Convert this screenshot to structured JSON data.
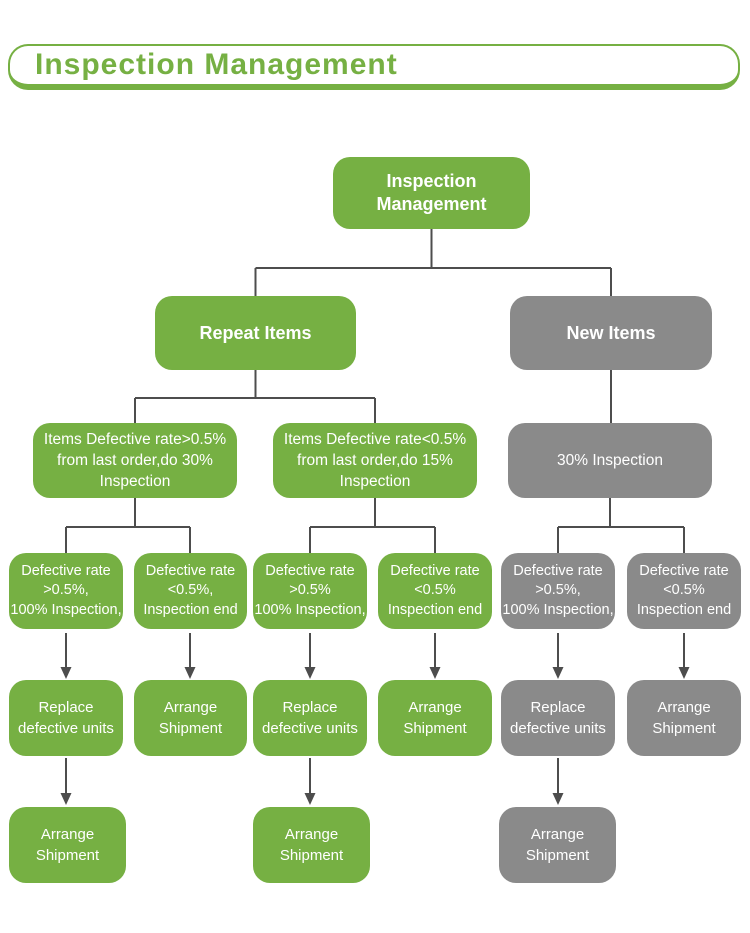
{
  "header": {
    "title": "Inspection Management"
  },
  "colors": {
    "green": "#76B043",
    "gray": "#8A8A8A",
    "connector": "#4D4D4D",
    "text_on_box": "#FFFFFF"
  },
  "flowchart": {
    "root": {
      "label": "Inspection\nManagement",
      "color": "green"
    },
    "branches": [
      {
        "label": "Repeat Items",
        "color": "green"
      },
      {
        "label": "New Items",
        "color": "gray"
      }
    ],
    "criteria": [
      {
        "label": "Items Defective rate>0.5%\nfrom last order,do 30%\nInspection",
        "color": "green"
      },
      {
        "label": "Items Defective rate<0.5%\nfrom last order,do 15%\nInspection",
        "color": "green"
      },
      {
        "label": "30% Inspection",
        "color": "gray"
      }
    ],
    "outcomes": [
      {
        "label": "Defective rate\n>0.5%,\n100% Inspection,",
        "color": "green"
      },
      {
        "label": "Defective rate\n<0.5%,\nInspection end",
        "color": "green"
      },
      {
        "label": "Defective rate\n>0.5%\n100% Inspection,",
        "color": "green"
      },
      {
        "label": "Defective rate\n<0.5%\nInspection end",
        "color": "green"
      },
      {
        "label": "Defective rate\n>0.5%,\n100% Inspection,",
        "color": "gray"
      },
      {
        "label": "Defective rate\n<0.5%\nInspection end",
        "color": "gray"
      }
    ],
    "actions": [
      {
        "label": "Replace\ndefective units",
        "color": "green"
      },
      {
        "label": "Arrange\nShipment",
        "color": "green"
      },
      {
        "label": "Replace\ndefective units",
        "color": "green"
      },
      {
        "label": "Arrange\nShipment",
        "color": "green"
      },
      {
        "label": "Replace\ndefective units",
        "color": "gray"
      },
      {
        "label": "Arrange\nShipment",
        "color": "gray"
      }
    ],
    "finals": [
      {
        "label": "Arrange\nShipment",
        "color": "green"
      },
      {
        "label": "Arrange\nShipment",
        "color": "green"
      },
      {
        "label": "Arrange\nShipment",
        "color": "gray"
      }
    ]
  }
}
